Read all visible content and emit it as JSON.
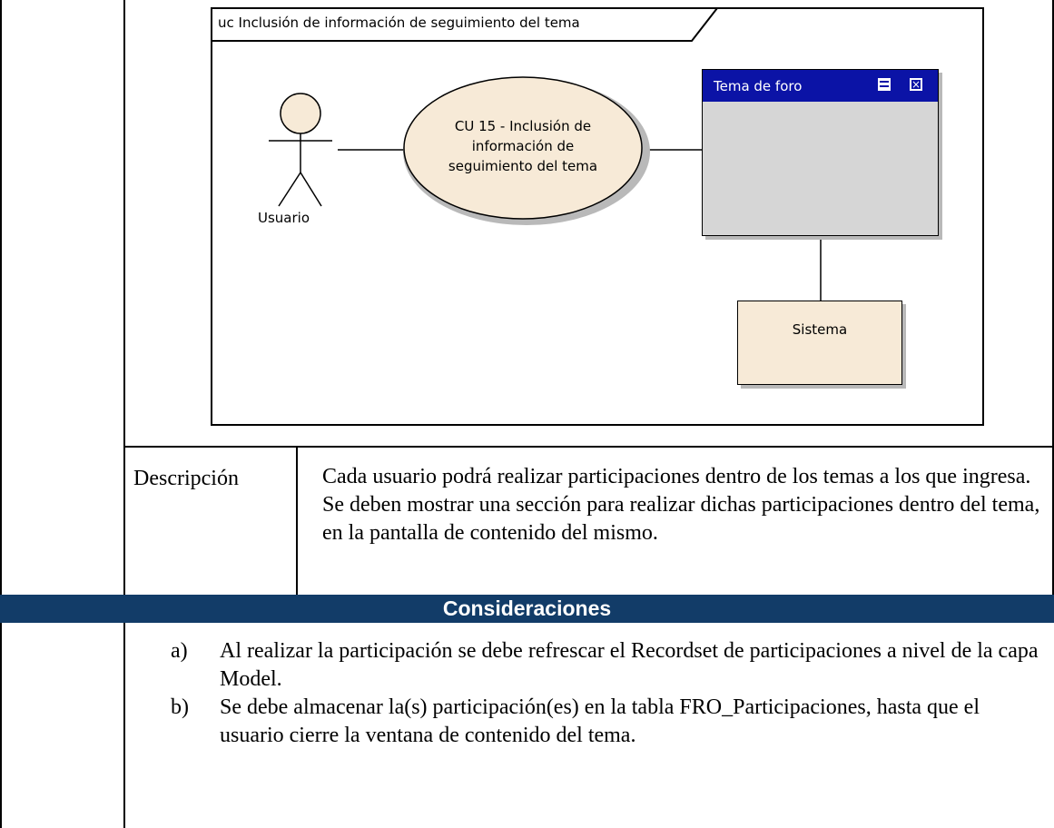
{
  "diagram": {
    "frame_title": "uc Inclusión de información de seguimiento del tema",
    "actor_label": "Usuario",
    "use_case_lines": [
      "CU 15 - Inclusión de",
      "información de",
      "seguimiento del tema"
    ],
    "window_title": "Tema de foro",
    "system_label": "Sistema",
    "colors": {
      "use_case_fill": "#f7ead7",
      "window_bar": "#0b13a6",
      "window_body": "#d6d6d6"
    }
  },
  "description": {
    "label": "Descripción",
    "text": "Cada usuario podrá realizar participaciones dentro de los temas a los que ingresa. Se deben mostrar una sección para realizar dichas participaciones dentro del tema, en la pantalla de contenido del mismo."
  },
  "considerations": {
    "header": "Consideraciones",
    "header_color": "#123c68",
    "items": [
      {
        "marker": "a)",
        "text": "Al realizar la participación se debe refrescar el Recordset de participaciones a nivel de la capa Model."
      },
      {
        "marker": "b)",
        "text": "Se debe almacenar la(s) participación(es) en la tabla FRO_Participaciones, hasta que el usuario cierre la ventana de contenido del tema."
      }
    ]
  }
}
